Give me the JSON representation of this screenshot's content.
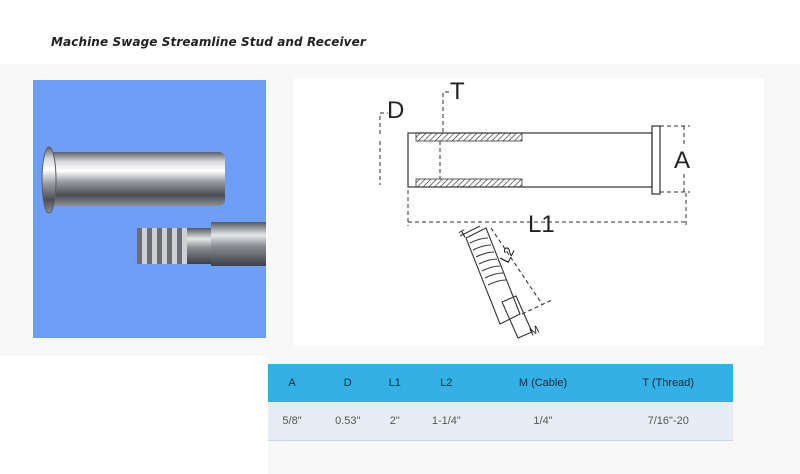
{
  "title": "Machine Swage Streamline Stud and Receiver",
  "diagram": {
    "labels": {
      "D": "D",
      "T": "T",
      "A": "A",
      "L1": "L1",
      "L2": "L2",
      "T_stud": "T",
      "M": "M"
    }
  },
  "table": {
    "headers": [
      "A",
      "D",
      "L1",
      "L2",
      "M (Cable)",
      "T (Thread)"
    ],
    "rows": [
      [
        "5/8\"",
        "0.53\"",
        "2\"",
        "1-1/4\"",
        "1/4\"",
        "7/16\"-20"
      ]
    ]
  },
  "colors": {
    "header_bg": "#33b0e6",
    "row_bg": "#e6edf4",
    "photo_bg": "#6d9ff6"
  }
}
